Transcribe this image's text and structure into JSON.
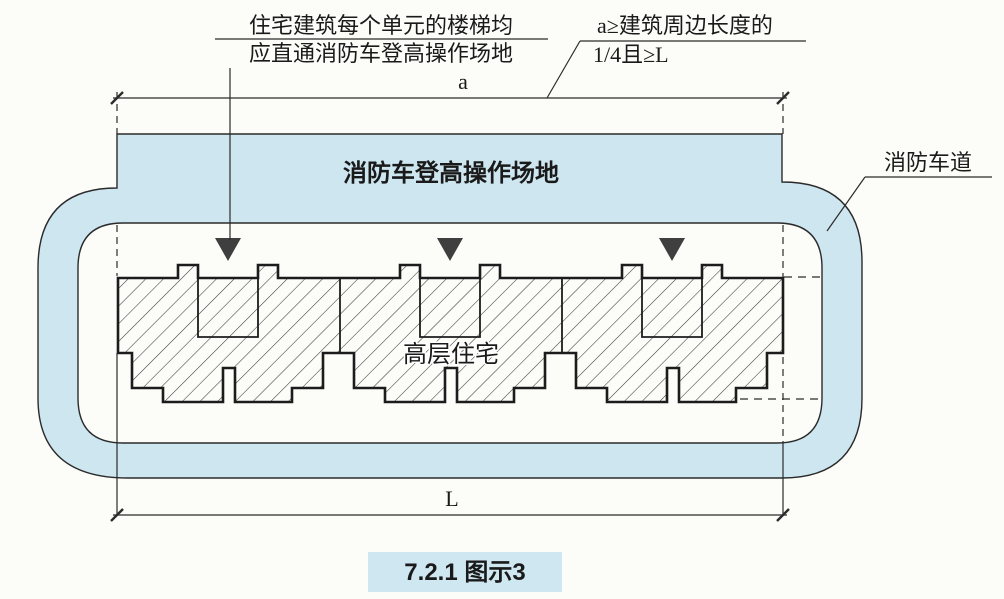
{
  "figure": {
    "caption": "7.2.1 图示3",
    "colors": {
      "track_blue": "#cde6f0",
      "caption_bg": "#cfe7f1",
      "line": "#2b2b2b",
      "building_stroke": "#1c1c1c",
      "triangle_gray": "#3f3f3f",
      "text": "#1a1a1a"
    },
    "annotations": {
      "stair_note_line1": "住宅建筑每个单元的楼梯均",
      "stair_note_line2": "应直通消防车登高操作场地",
      "dim_a_note_line1": "a≥建筑周边长度的",
      "dim_a_note_line2": "1/4且≥L",
      "fire_lane_label": "消防车道",
      "operation_site_label": "消防车登高操作场地",
      "building_label": "高层住宅",
      "dim_a_label": "a",
      "dim_L_label": "L"
    }
  }
}
